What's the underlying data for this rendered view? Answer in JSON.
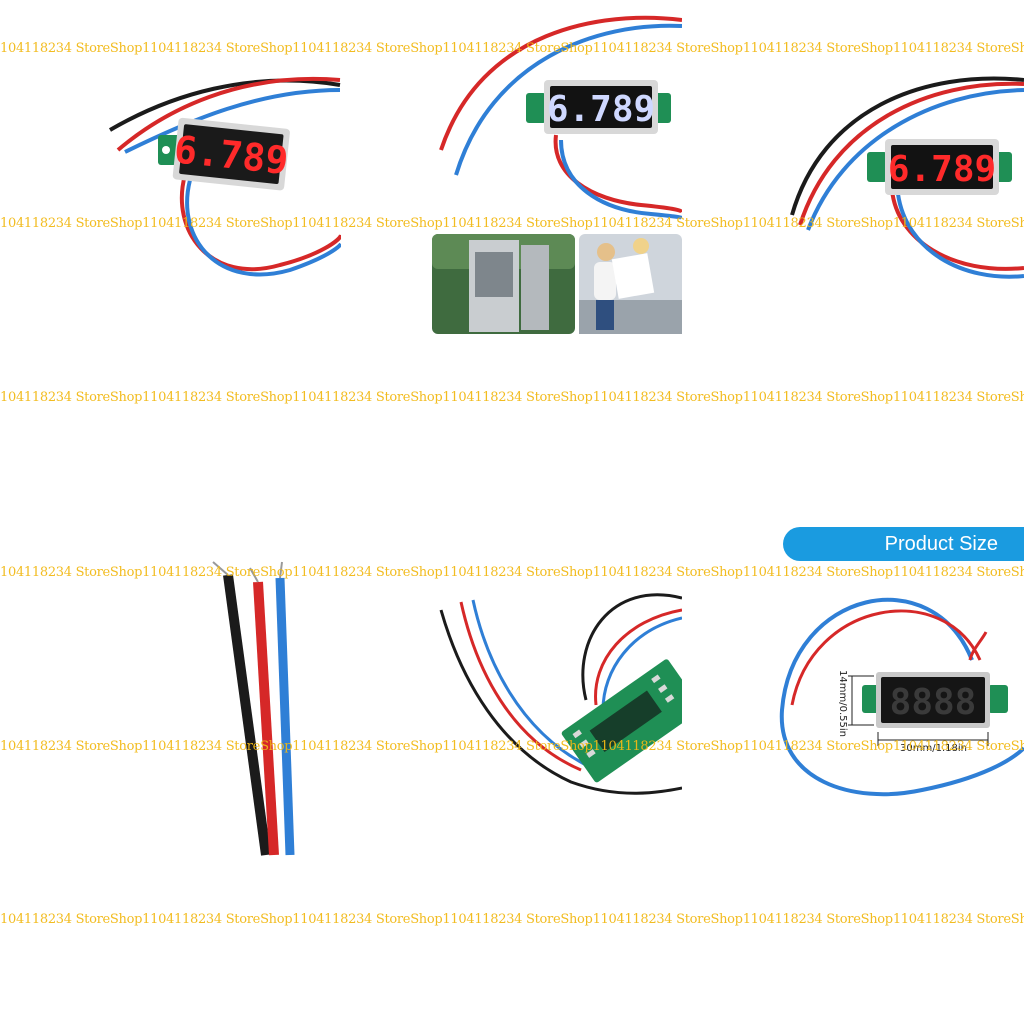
{
  "watermark": {
    "text": "104118234 StoreShop1104118234 StoreShop1104118234 StoreShop1104118234 StoreShop1104118234 StoreShop1104118234 StoreShop1104118234 StoreShop1104118234 StoreShop11"
  },
  "displays": {
    "red_readout": "6.789",
    "blue_readout": "6.789",
    "red_readout_2": "6.789",
    "blank_readout": "8888"
  },
  "product_size": {
    "title": "Product Size",
    "height_label": "14mm/0.55in",
    "width_label": "30mm/1.18in"
  },
  "colors": {
    "led_red": "#ff2a2a",
    "led_blue": "#cfd8ff",
    "wire_red": "#d62828",
    "wire_blue": "#2f7fd6",
    "wire_black": "#1b1b1b",
    "pcb_green": "#1f8f55",
    "accent": "#1a9be0",
    "watermark": "#f2b915"
  }
}
